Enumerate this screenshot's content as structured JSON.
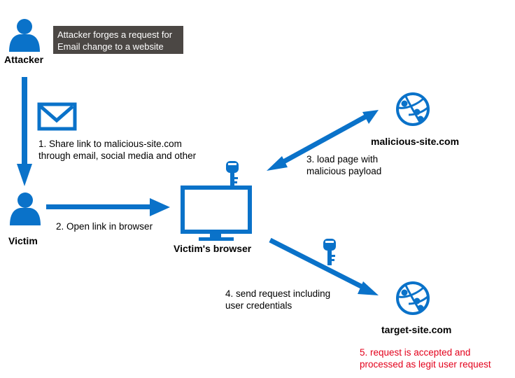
{
  "colors": {
    "accent": "#0a72c9",
    "callout_bg": "#4b4744",
    "highlight": "#e3001b"
  },
  "actors": {
    "attacker": {
      "label": "Attacker",
      "icon": "user-icon"
    },
    "victim": {
      "label": "Victim",
      "icon": "user-icon"
    },
    "browser": {
      "label": "Victim's browser",
      "icon": "monitor-icon"
    },
    "malicious_site": {
      "label": "malicious-site.com",
      "icon": "globe-icon"
    },
    "target_site": {
      "label": "target-site.com",
      "icon": "globe-icon"
    }
  },
  "callout": {
    "line1": "Attacker forges a request for",
    "line2": "Email change to a website"
  },
  "steps": {
    "share": {
      "line1": "1. Share link to malicious-site.com",
      "line2": "through email, social media and other",
      "icon": "envelope-icon"
    },
    "open": {
      "line1": "2. Open link in browser"
    },
    "load": {
      "line1": "3. load page with",
      "line2": "malicious payload"
    },
    "send": {
      "line1": "4. send request  including",
      "line2": "user credentials",
      "icon": "key-icon"
    },
    "accept": {
      "line1": "5. request is accepted and",
      "line2": "processed as legit user request"
    }
  }
}
